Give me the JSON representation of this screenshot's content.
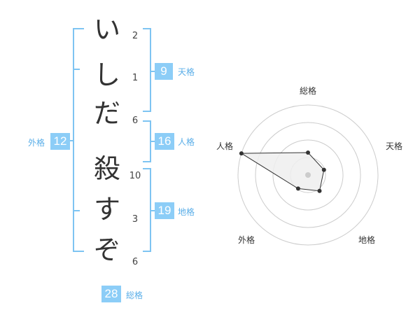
{
  "name": {
    "chars": [
      "い",
      "し",
      "だ",
      "殺",
      "す",
      "ぞ"
    ],
    "strokes": [
      "2",
      "1",
      "6",
      "10",
      "3",
      "6"
    ]
  },
  "scores": {
    "tenkaku": {
      "value": "9",
      "label": "天格"
    },
    "jinkaku": {
      "value": "16",
      "label": "人格"
    },
    "chikaku": {
      "value": "19",
      "label": "地格"
    },
    "gaikaku": {
      "value": "12",
      "label": "外格"
    },
    "soukaku": {
      "value": "28",
      "label": "総格"
    }
  },
  "chart_data": {
    "type": "radar",
    "axes": [
      "総格",
      "天格",
      "地格",
      "外格",
      "人格"
    ],
    "values": [
      28,
      9,
      19,
      12,
      16
    ],
    "normalized": [
      0.32,
      0.24,
      0.28,
      0.24,
      1.0
    ],
    "rings": 4,
    "colors": {
      "fill": "#eeeeee",
      "stroke": "#333333",
      "ring": "#cccccc",
      "point": "#333333",
      "center": "#cccccc"
    }
  },
  "colors": {
    "accent": "#8ccdf7",
    "bracket": "#7ec4f2",
    "label": "#5aaee8"
  }
}
